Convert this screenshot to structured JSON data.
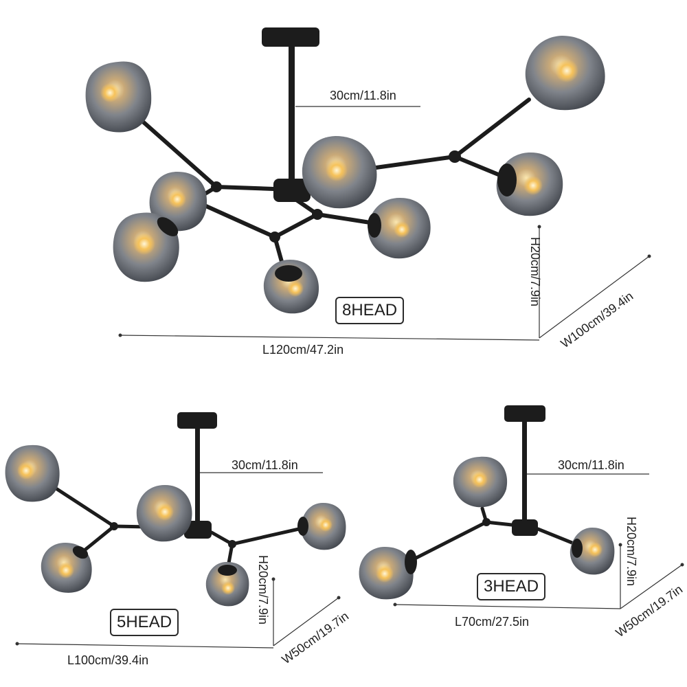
{
  "colors": {
    "metal": "#1c1c1c",
    "glass": "#6f737a",
    "glass_dark": "#474b52",
    "glow": "#f6c25a",
    "line": "#333333"
  },
  "products": [
    {
      "badge": "8HEAD",
      "rod_length": "30cm/11.8in",
      "height": "H20cm/7.9in",
      "width": "W100cm/39.4in",
      "length": "L120cm/47.2in",
      "heads": 8
    },
    {
      "badge": "5HEAD",
      "rod_length": "30cm/11.8in",
      "height": "H20cm/7.9in",
      "width": "W50cm/19.7in",
      "length": "L100cm/39.4in",
      "heads": 5
    },
    {
      "badge": "3HEAD",
      "rod_length": "30cm/11.8in",
      "height": "H20cm/7.9in",
      "width": "W50cm/19.7in",
      "length": "L70cm/27.5in",
      "heads": 3
    }
  ]
}
